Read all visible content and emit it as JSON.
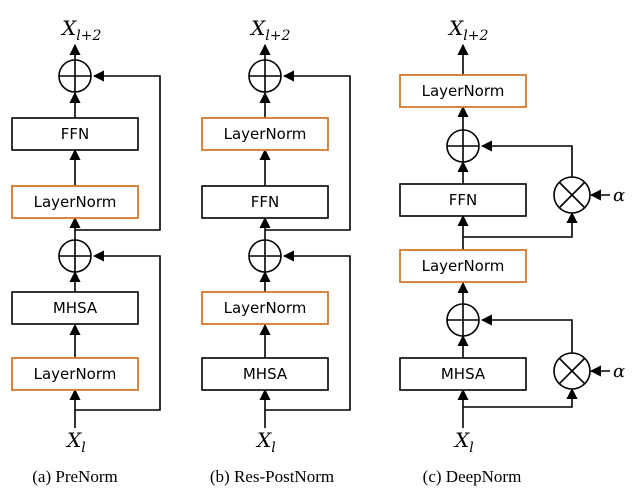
{
  "colors": {
    "norm_border": "#d4782c",
    "plain_border": "#000000",
    "line": "#000000"
  },
  "panels": [
    {
      "caption": "(a) PreNorm",
      "input": {
        "base": "X",
        "sub": "l"
      },
      "output": {
        "base": "X",
        "sub": "l+2"
      },
      "blocks": [
        "LayerNorm",
        "MHSA",
        "LayerNorm",
        "FFN"
      ]
    },
    {
      "caption": "(b) Res-PostNorm",
      "input": {
        "base": "X",
        "sub": "l"
      },
      "output": {
        "base": "X",
        "sub": "l+2"
      },
      "blocks": [
        "MHSA",
        "LayerNorm",
        "FFN",
        "LayerNorm"
      ]
    },
    {
      "caption": "(c) DeepNorm",
      "input": {
        "base": "X",
        "sub": "l"
      },
      "output": {
        "base": "X",
        "sub": "l+2"
      },
      "blocks": [
        "MHSA",
        "LayerNorm",
        "FFN",
        "LayerNorm"
      ],
      "scale_label": "α"
    }
  ]
}
